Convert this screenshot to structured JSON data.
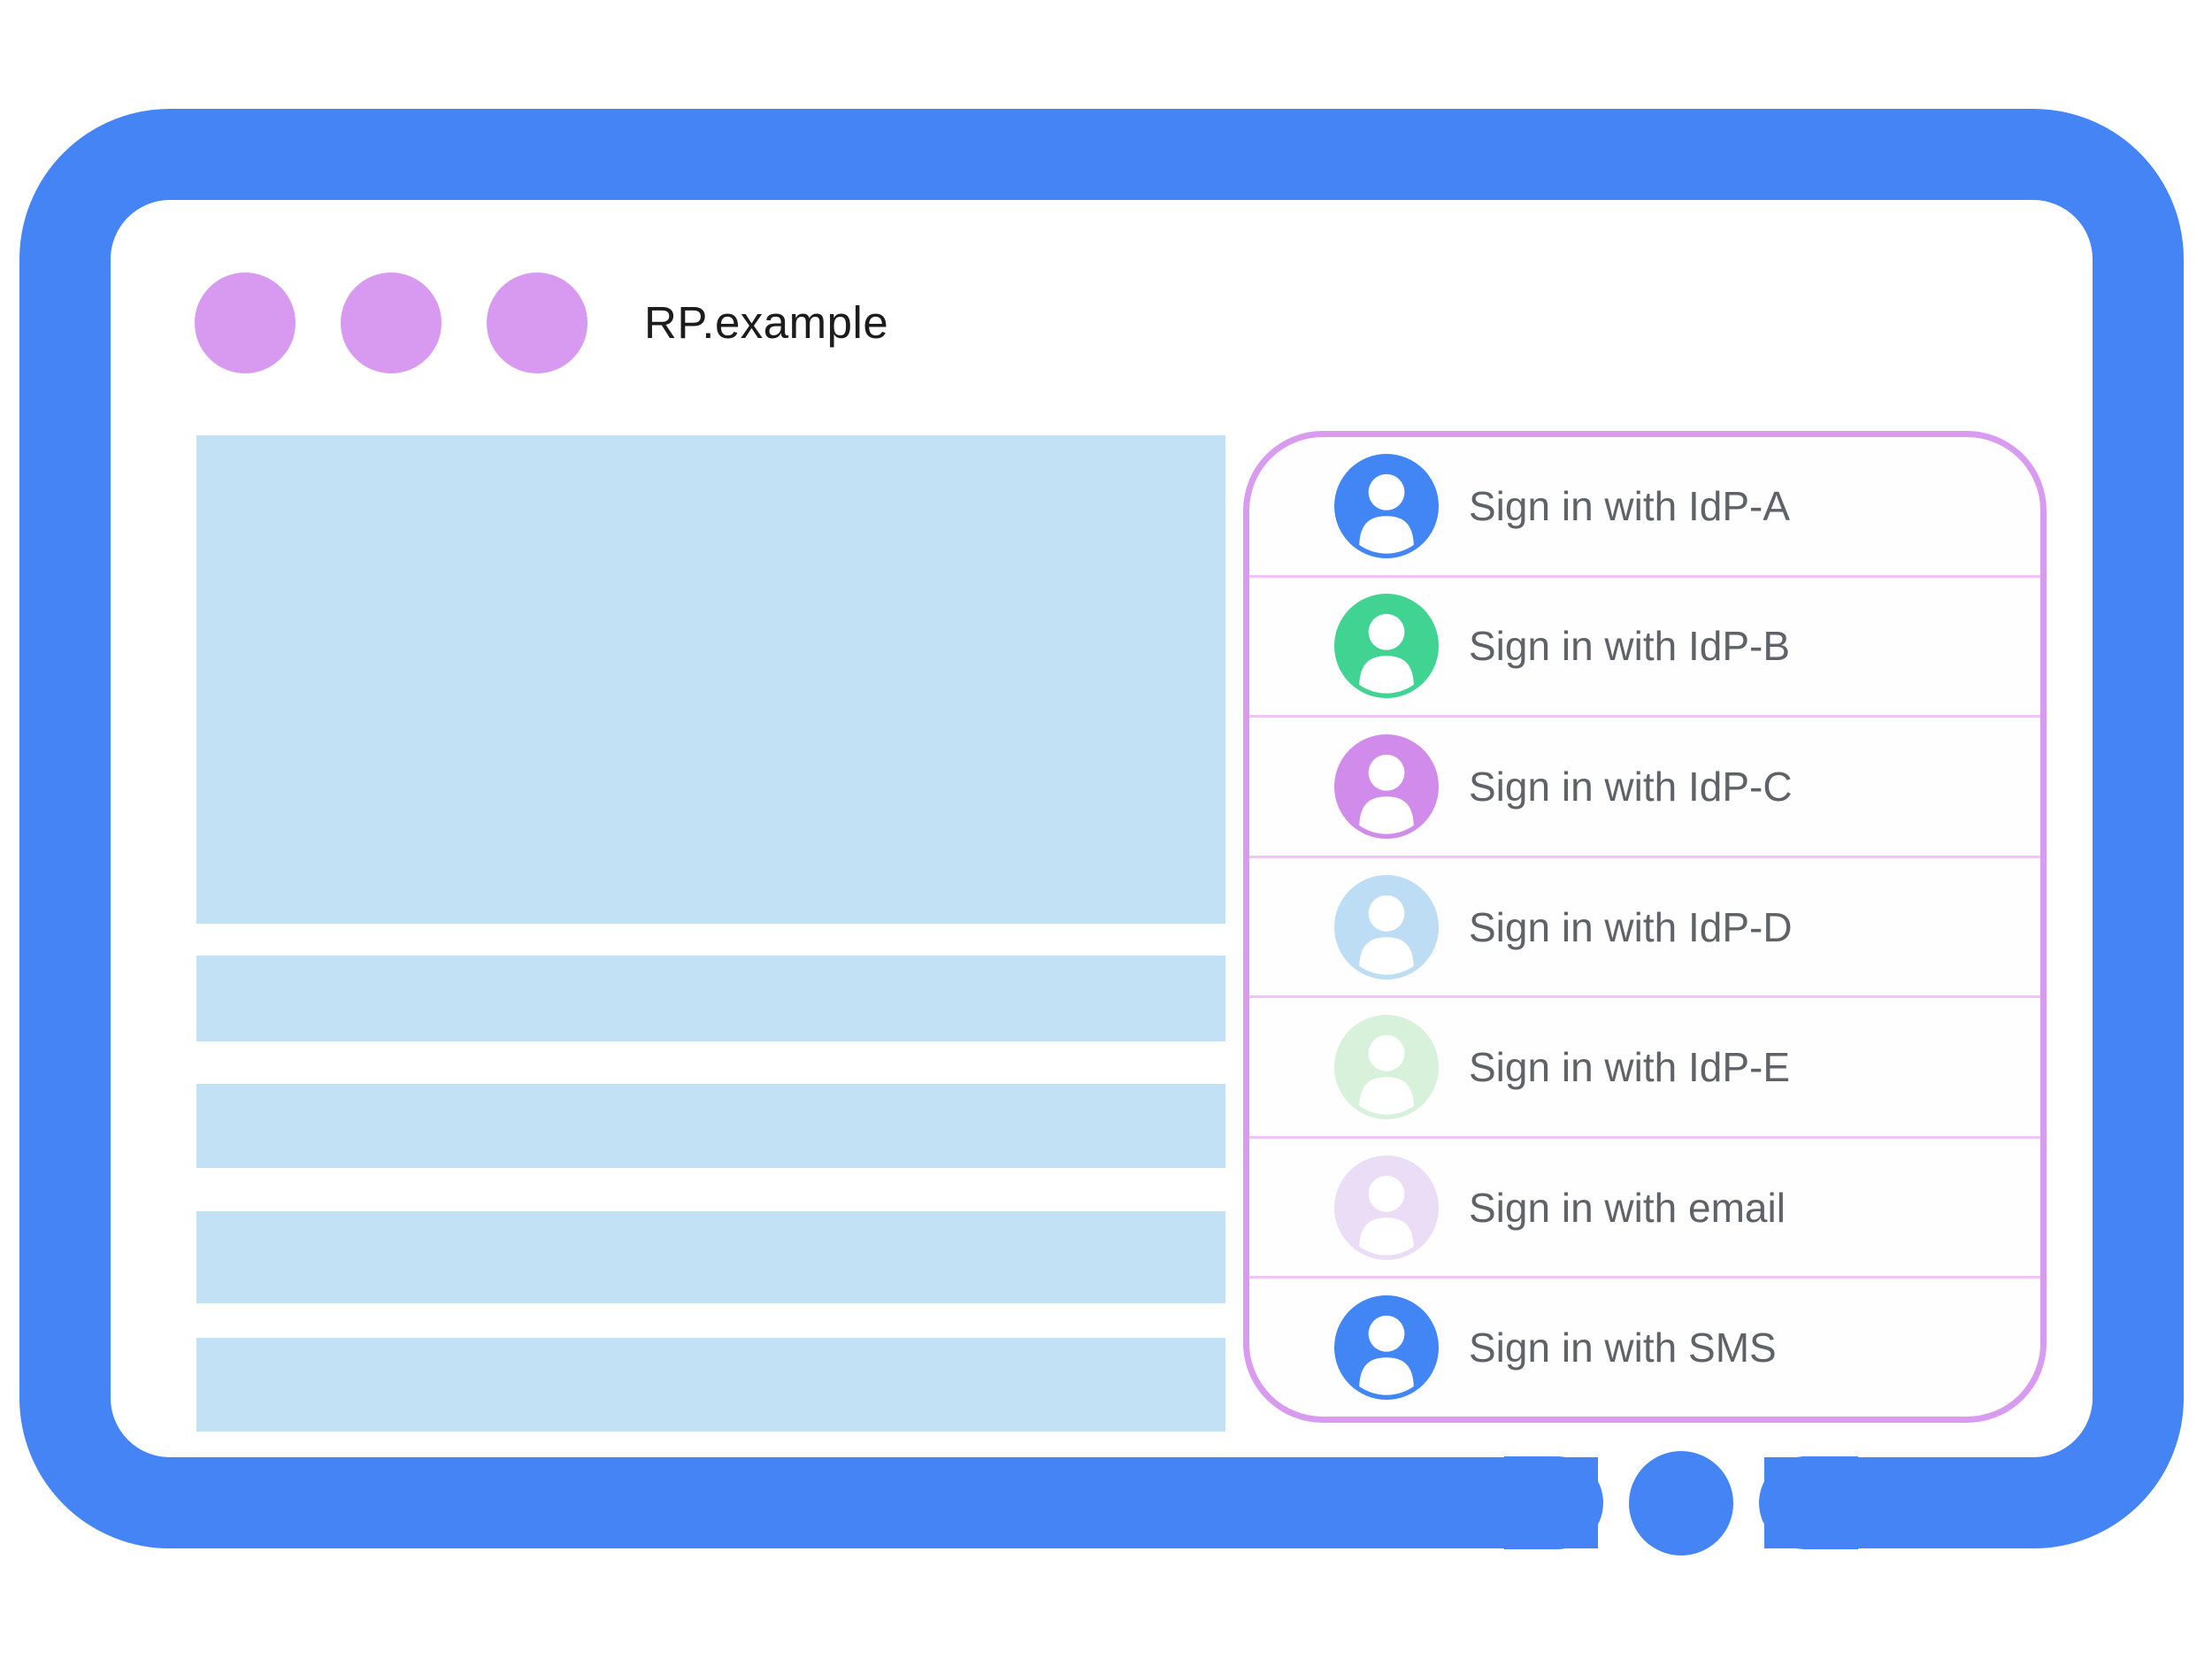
{
  "colors": {
    "frame_blue": "#4484F5",
    "dot_purple": "#D899F1",
    "panel_border": "#D89BF0",
    "panel_divider": "#F0C4F6",
    "placeholder_blue": "#C3E1F4",
    "label_gray": "#5F6368",
    "title_color": "#1C1C1C"
  },
  "browser_window": {
    "title": "RP.example",
    "window_dots_count": 3
  },
  "signin_panel": {
    "items": [
      {
        "label": "Sign in with IdP-A",
        "icon": "person-circle-icon",
        "avatar_color": "#4285F4"
      },
      {
        "label": "Sign in with IdP-B",
        "icon": "person-circle-icon",
        "avatar_color": "#41D392"
      },
      {
        "label": "Sign in with IdP-C",
        "icon": "person-circle-icon",
        "avatar_color": "#D18BEA"
      },
      {
        "label": "Sign in with IdP-D",
        "icon": "person-circle-icon",
        "avatar_color": "#BCDDF3"
      },
      {
        "label": "Sign in with IdP-E",
        "icon": "person-circle-icon",
        "avatar_color": "#D8F1DA"
      },
      {
        "label": "Sign in with email",
        "icon": "person-circle-icon",
        "avatar_color": "#EADDF5"
      },
      {
        "label": "Sign in with SMS",
        "icon": "person-circle-icon",
        "avatar_color": "#4285F4"
      }
    ]
  }
}
